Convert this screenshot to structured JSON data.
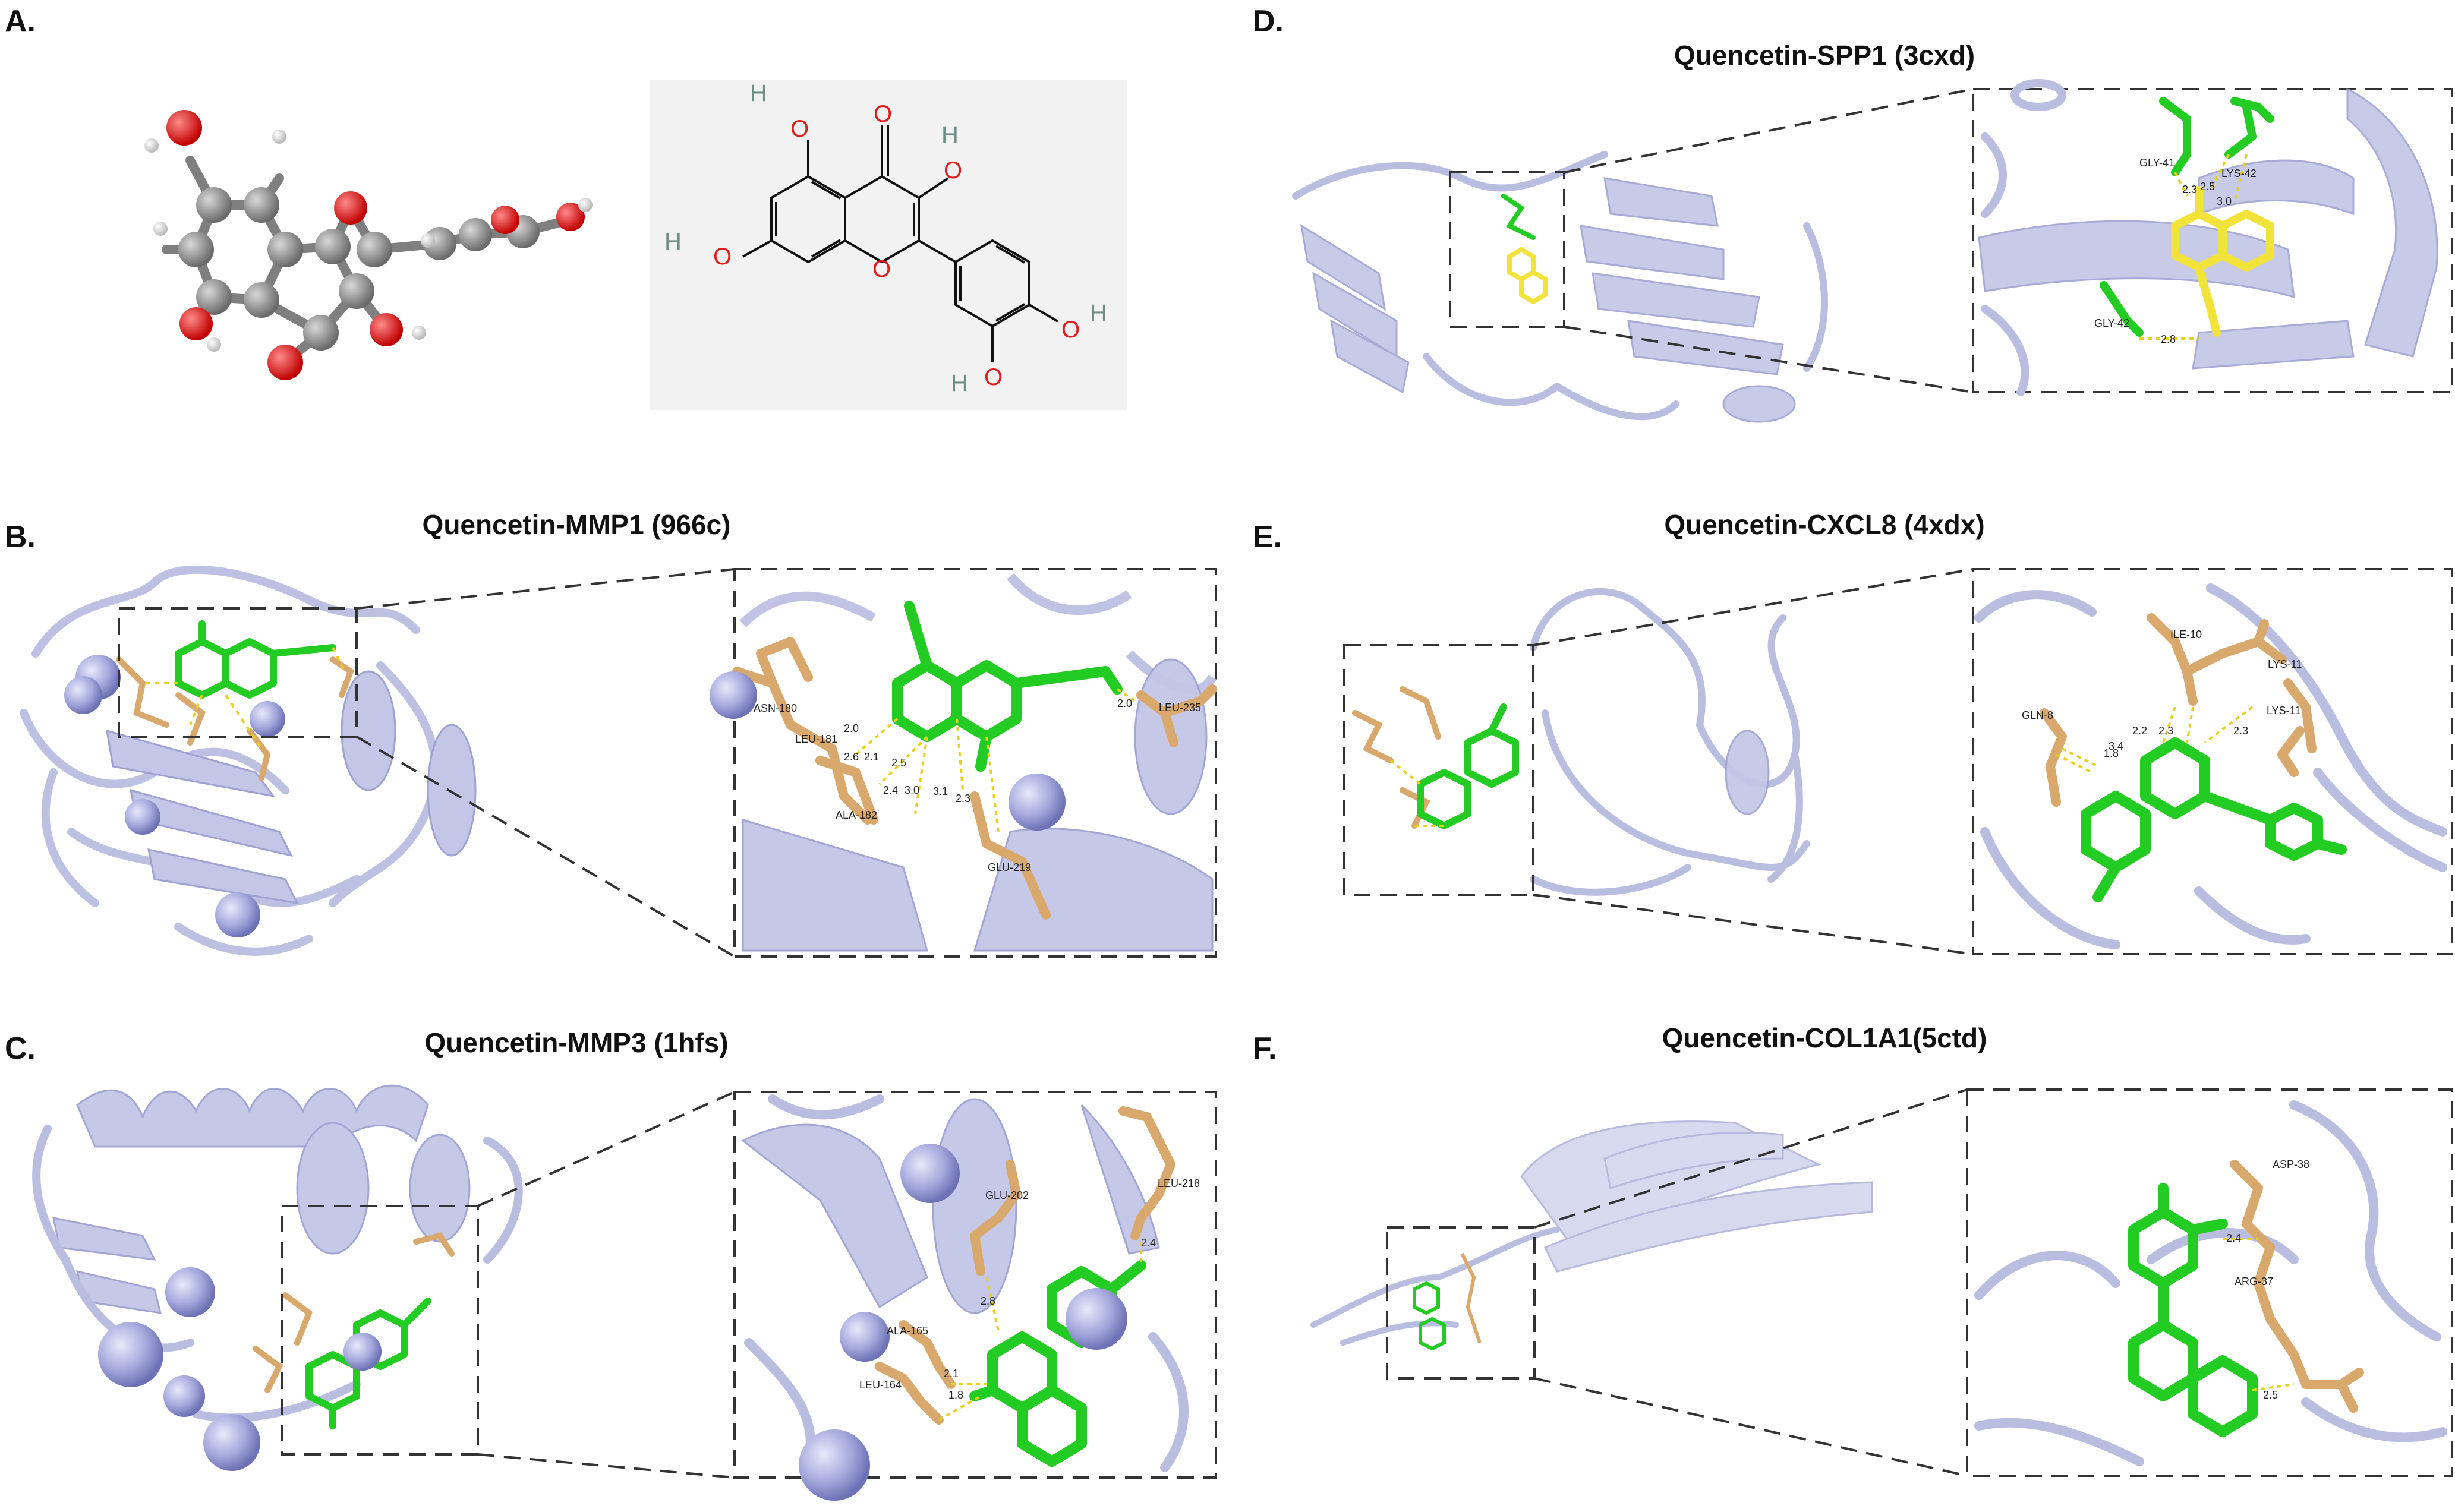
{
  "panels": {
    "A": {
      "label": "A."
    },
    "B": {
      "label": "B.",
      "title": "Quencetin-MMP1 (966c)",
      "residues": [
        "ASN-180",
        "LEU-181",
        "ALA-182",
        "GLU-219",
        "LEU-235"
      ],
      "distances": [
        "2.0",
        "2.6",
        "2.1",
        "2.5",
        "2.4",
        "3.0",
        "3.1",
        "2.3",
        "2.0"
      ]
    },
    "C": {
      "label": "C.",
      "title": "Quencetin-MMP3 (1hfs)",
      "residues": [
        "GLU-202",
        "LEU-218",
        "ALA-165",
        "LEU-164"
      ],
      "distances": [
        "2.4",
        "2.8",
        "2.1",
        "1.8"
      ]
    },
    "D": {
      "label": "D.",
      "title": "Quencetin-SPP1 (3cxd)",
      "residues": [
        "GLY-41",
        "LYS-42",
        "GLY-42"
      ],
      "distances": [
        "2.3",
        "2.5",
        "3.0",
        "2.8"
      ]
    },
    "E": {
      "label": "E.",
      "title": "Quencetin-CXCL8 (4xdx)",
      "residues": [
        "ILE-10",
        "LYS-11",
        "GLN-8",
        "LYS-11"
      ],
      "distances": [
        "2.2",
        "2.3",
        "2.3",
        "1.8",
        "3.4"
      ]
    },
    "F": {
      "label": "F.",
      "title": "Quencetin-COL1A1(5ctd)",
      "residues": [
        "ASP-38",
        "ARG-37"
      ],
      "distances": [
        "2.4",
        "2.5"
      ]
    }
  },
  "structure_2d": {
    "atoms": [
      "O",
      "O",
      "H",
      "O",
      "H",
      "O",
      "O",
      "H",
      "O",
      "H",
      "O",
      "H"
    ]
  },
  "colors": {
    "protein": "#b9bde0",
    "ligand": "#22cc22",
    "ligand_spp1": "#f2e33a",
    "residue": "#d9a86c",
    "hbond": "#e6d21e",
    "oxygen": "#e31b1b",
    "hydrogen_label": "#6f8f86",
    "metal_ion": "#9fa3d6"
  }
}
